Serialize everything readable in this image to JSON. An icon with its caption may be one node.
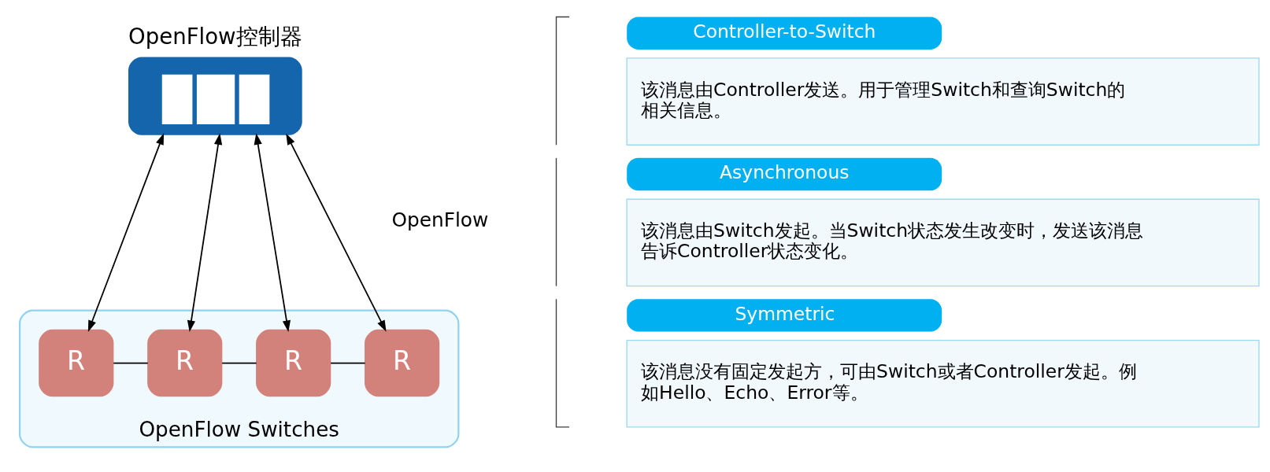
{
  "diagram": {
    "nodes": [
      {
        "text": [
          "OpenFlow控制器"
        ]
      },
      {
        "text": [
          "OpenFlow Switches"
        ]
      },
      {
        "text": [
          "R"
        ],
        "in": 1
      },
      {
        "text": [
          "R"
        ],
        "in": 1
      },
      {
        "text": [
          "R"
        ],
        "in": 1
      },
      {
        "text": [
          "R"
        ],
        "in": 1
      },
      {
        "text": [
          "Controller-to-Switch",
          "该消息由Controller发送。用于管理Switch和查询Switch的相关信息。"
        ]
      },
      {
        "text": [
          "Asynchronous",
          "该消息由Switch发起。当Switch状态发生改变时，发送该消息告诉Controller状态变化。"
        ]
      },
      {
        "text": [
          "Symmetric",
          "该消息没有固定发起方，可由Switch或者Controller发起。例如Hello、Echo、Error等。"
        ]
      }
    ],
    "edges": [
      {
        "from": 0,
        "to": 2,
        "arrow": "both"
      },
      {
        "from": 0,
        "to": 3,
        "arrow": "both"
      },
      {
        "from": 0,
        "to": 4,
        "arrow": "both"
      },
      {
        "from": 0,
        "to": 5,
        "arrow": "both"
      },
      {
        "from": 2,
        "to": 3,
        "arrow": "none"
      },
      {
        "from": 3,
        "to": 4,
        "arrow": "none"
      },
      {
        "from": 4,
        "to": 5,
        "arrow": "none"
      }
    ],
    "labels": [
      "OpenFlow"
    ]
  }
}
